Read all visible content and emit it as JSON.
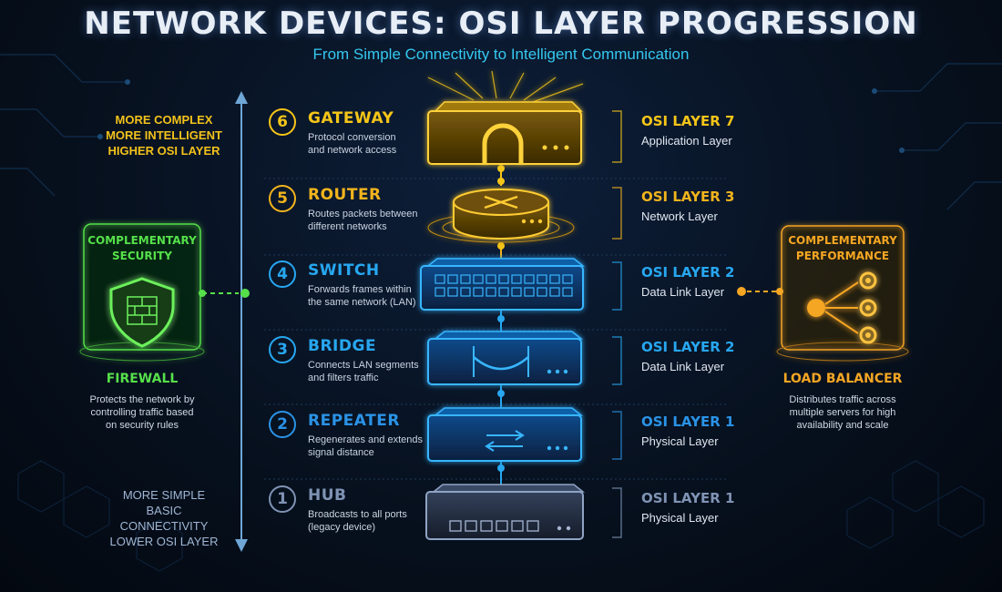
{
  "header": {
    "title": "NETWORK DEVICES: OSI LAYER PROGRESSION",
    "subtitle": "From Simple Connectivity to Intelligent Communication"
  },
  "axis": {
    "top_lines": [
      "MORE COMPLEX",
      "MORE INTELLIGENT",
      "HIGHER OSI LAYER"
    ],
    "bottom_lines": [
      "MORE SIMPLE",
      "BASIC CONNECTIVITY",
      "LOWER OSI LAYER"
    ]
  },
  "devices": [
    {
      "number": "6",
      "name": "GATEWAY",
      "desc_lines": [
        "Protocol conversion",
        "and network access"
      ],
      "layer_title": "OSI LAYER 7",
      "layer_name": "Application Layer",
      "color": "#f5c518"
    },
    {
      "number": "5",
      "name": "ROUTER",
      "desc_lines": [
        "Routes packets between",
        "different networks"
      ],
      "layer_title": "OSI LAYER 3",
      "layer_name": "Network Layer",
      "color": "#f2b41c"
    },
    {
      "number": "4",
      "name": "SWITCH",
      "desc_lines": [
        "Forwards frames within",
        "the same network (LAN)"
      ],
      "layer_title": "OSI LAYER 2",
      "layer_name": "Data Link Layer",
      "color": "#27a7f0"
    },
    {
      "number": "3",
      "name": "BRIDGE",
      "desc_lines": [
        "Connects LAN segments",
        "and filters traffic"
      ],
      "layer_title": "OSI LAYER 2",
      "layer_name": "Data Link Layer",
      "color": "#27a7f0"
    },
    {
      "number": "2",
      "name": "REPEATER",
      "desc_lines": [
        "Regenerates and extends",
        "signal distance"
      ],
      "layer_title": "OSI LAYER 1",
      "layer_name": "Physical Layer",
      "color": "#2a93e6"
    },
    {
      "number": "1",
      "name": "HUB",
      "desc_lines": [
        "Broadcasts to all ports",
        "(legacy device)"
      ],
      "layer_title": "OSI LAYER 1",
      "layer_name": "Physical Layer",
      "color": "#7f93b4"
    }
  ],
  "firewall": {
    "card_label_lines": [
      "COMPLEMENTARY",
      "SECURITY"
    ],
    "name": "FIREWALL",
    "desc_lines": [
      "Protects the network by",
      "controlling traffic based",
      "on security rules"
    ],
    "color": "#56e04a"
  },
  "load_balancer": {
    "card_label_lines": [
      "COMPLEMENTARY",
      "PERFORMANCE"
    ],
    "name": "LOAD BALANCER",
    "desc_lines": [
      "Distributes traffic across",
      "multiple servers for high",
      "availability and scale"
    ],
    "color": "#f5a623"
  }
}
